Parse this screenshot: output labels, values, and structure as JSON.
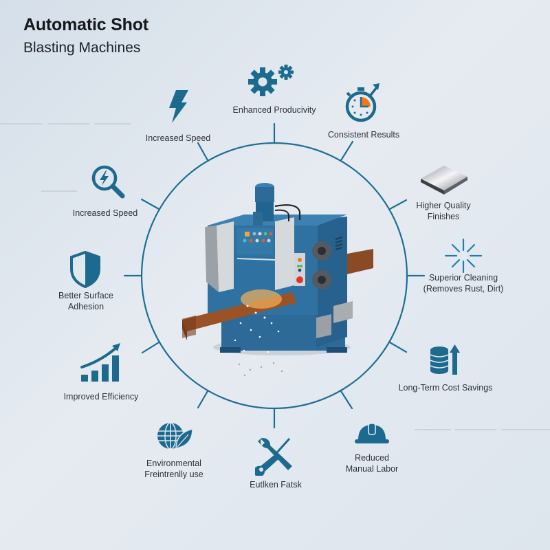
{
  "header": {
    "title": "Automatic Shot",
    "subtitle": "Blasting Machines"
  },
  "colors": {
    "accent": "#1f6e96",
    "icon": "#1d6a8f",
    "highlight": "#f07a1a",
    "background": "#dfe6ed"
  },
  "center": {
    "image": "shot-blasting-machine-illustration"
  },
  "features": [
    {
      "id": "enhanced-productivity",
      "label": "Enhanced Producivity",
      "icon": "gears-icon"
    },
    {
      "id": "consistent-results",
      "label": "Consistent Results",
      "icon": "stopwatch-icon"
    },
    {
      "id": "higher-quality",
      "label": "Higher Quality\nFinishes",
      "line1": "Higher Quality",
      "line2": "Finishes",
      "icon": "metal-plate-icon"
    },
    {
      "id": "superior-cleaning",
      "line1": "Superior Cleaning",
      "line2": "(Removes Rust, Dirt)",
      "icon": "sparkle-icon"
    },
    {
      "id": "cost-savings",
      "label": "Long-Term Cost Savings",
      "icon": "coins-arrow-icon"
    },
    {
      "id": "reduced-labor",
      "line1": "Reduced",
      "line2": "Manual Labor",
      "icon": "hard-hat-icon"
    },
    {
      "id": "eutiken-fatsk",
      "label": "Eutlken Fatsk",
      "icon": "wrench-screwdriver-icon"
    },
    {
      "id": "environmental",
      "line1": "Environmental",
      "line2": "Freintrenlly use",
      "icon": "globe-leaf-icon"
    },
    {
      "id": "improved-efficiency",
      "label": "Improved Efficiency",
      "icon": "growth-chart-icon"
    },
    {
      "id": "surface-adhesion",
      "line1": "Better Surface",
      "line2": "Adhesion",
      "icon": "shield-icon"
    },
    {
      "id": "increased-speed-2",
      "label": "Increased Speed",
      "icon": "magnifier-bolt-icon"
    },
    {
      "id": "increased-speed-1",
      "label": "Increased Speed",
      "icon": "lightning-icon"
    }
  ]
}
